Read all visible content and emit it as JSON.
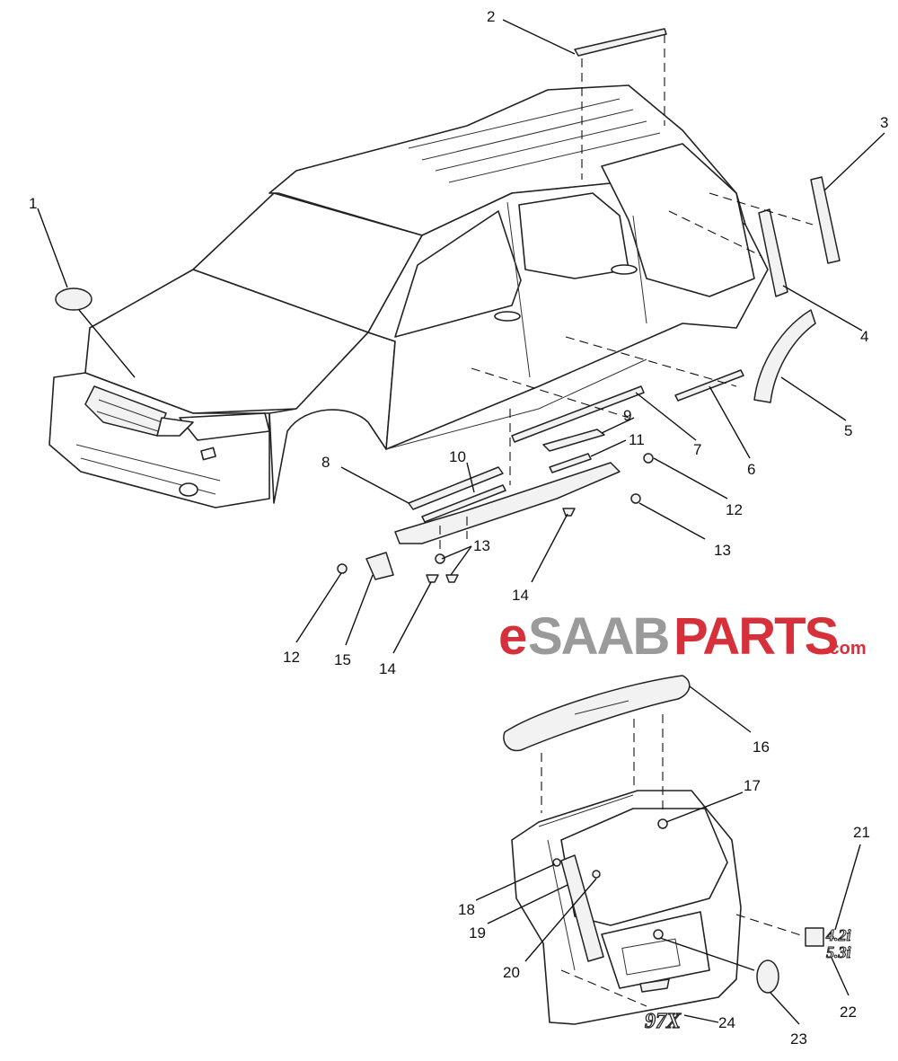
{
  "brand": {
    "prefix": "e",
    "middle": "SAAB",
    "suffix": "PARTS",
    "domain": ".com",
    "colors": {
      "red": "#d6313b",
      "gray": "#9a9a9a"
    }
  },
  "badges": {
    "model": "97X",
    "engine_1": "4.2i",
    "engine_2": "5.3i"
  },
  "callouts": [
    "1",
    "2",
    "3",
    "4",
    "5",
    "6",
    "7",
    "8",
    "9",
    "10",
    "11",
    "12",
    "12",
    "13",
    "13",
    "14",
    "14",
    "15",
    "16",
    "17",
    "18",
    "19",
    "20",
    "21",
    "22",
    "23",
    "24"
  ]
}
